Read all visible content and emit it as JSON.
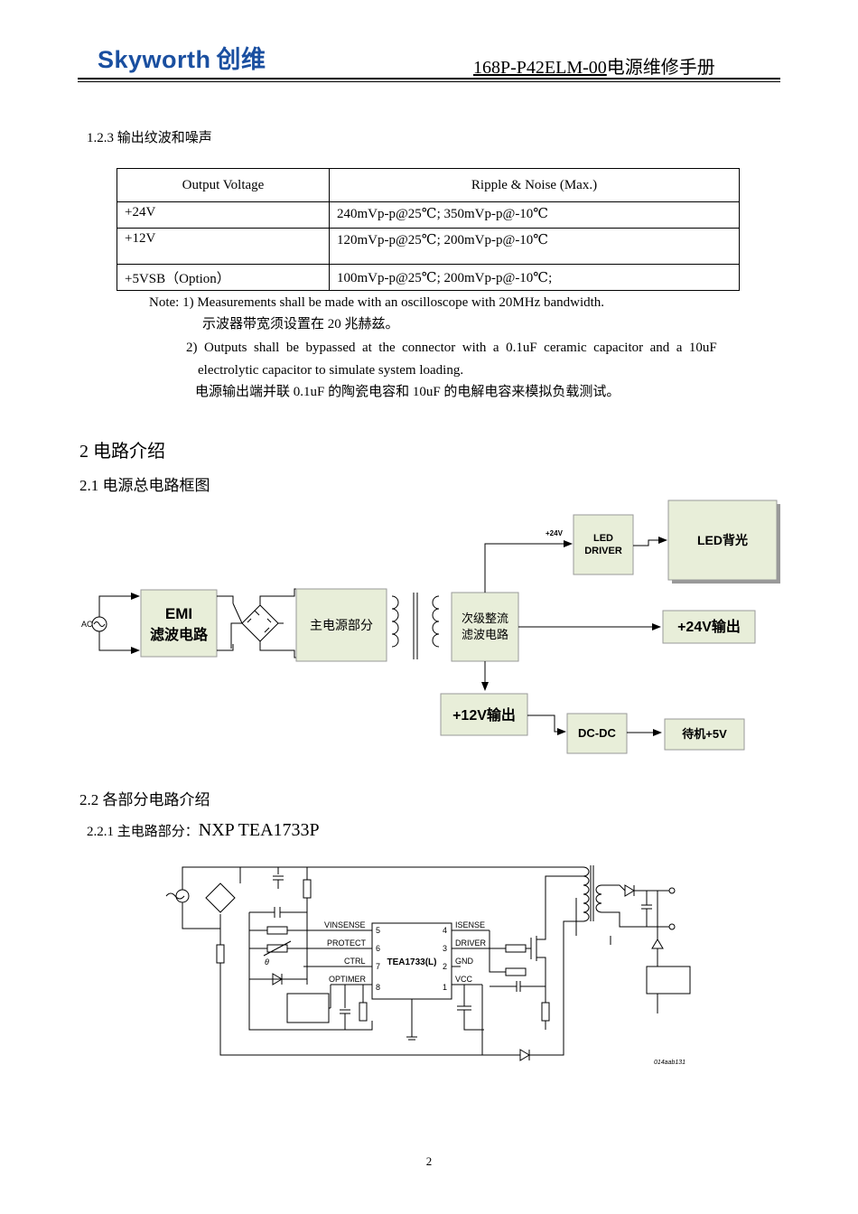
{
  "header": {
    "logo_en": "Skyworth",
    "logo_cn": "创维",
    "doc_code": "168P-P42ELM-00",
    "doc_title": "电源维修手册"
  },
  "section_123": {
    "heading": "1.2.3 输出纹波和噪声"
  },
  "ripple_table": {
    "headers": [
      "Output Voltage",
      "Ripple & Noise (Max.)"
    ],
    "rows": [
      [
        "+24V",
        "240mVp-p@25℃; 350mVp-p@-10℃"
      ],
      [
        "+12V",
        "120mVp-p@25℃; 200mVp-p@-10℃"
      ],
      [
        "+5VSB（Option）",
        "100mVp-p@25℃; 200mVp-p@-10℃;"
      ]
    ]
  },
  "notes": {
    "n1": "Note: 1) Measurements shall be made with an oscilloscope with 20MHz bandwidth.",
    "n1_cn": "示波器带宽须设置在 20 兆赫兹。",
    "n2a": "2)  Outputs  shall  be  bypassed  at  the  connector  with  a  0.1uF  ceramic  capacitor  and  a  10uF",
    "n2b": "electrolytic capacitor to simulate system loading.",
    "n2_cn": "电源输出端并联 0.1uF 的陶瓷电容和 10uF 的电解电容来模拟负载测试。"
  },
  "section_2": {
    "heading": "2 电路介绍"
  },
  "section_21": {
    "heading": "2.1 电源总电路框图"
  },
  "block_diagram": {
    "ac": "AC",
    "emi_line1": "EMI",
    "emi_line2": "滤波电路",
    "main_power": "主电源部分",
    "secondary_line1": "次级整流",
    "secondary_line2": "滤波电路",
    "plus24_small": "+24V",
    "led_driver_line1": "LED",
    "led_driver_line2": "DRIVER",
    "led_backlight": "LED背光",
    "out24": "+24V输出",
    "out12": "+12V输出",
    "dcdc": "DC-DC",
    "standby": "待机+5V"
  },
  "section_22": {
    "heading": "2.2 各部分电路介绍"
  },
  "section_221": {
    "heading_prefix": "2.2.1 主电路部分：",
    "heading_part": "NXP TEA1733P"
  },
  "schematic": {
    "chip": "TEA1733(L)",
    "pins_left": [
      {
        "name": "VINSENSE",
        "num": "5"
      },
      {
        "name": "PROTECT",
        "num": "6"
      },
      {
        "name": "CTRL",
        "num": "7"
      },
      {
        "name": "OPTIMER",
        "num": "8"
      }
    ],
    "pins_right": [
      {
        "name": "ISENSE",
        "num": "4"
      },
      {
        "name": "DRIVER",
        "num": "3"
      },
      {
        "name": "GND",
        "num": "2"
      },
      {
        "name": "VCC",
        "num": "1"
      }
    ],
    "theta": "θ",
    "figure_id": "014aab131"
  },
  "footer": {
    "page_number": "2"
  }
}
